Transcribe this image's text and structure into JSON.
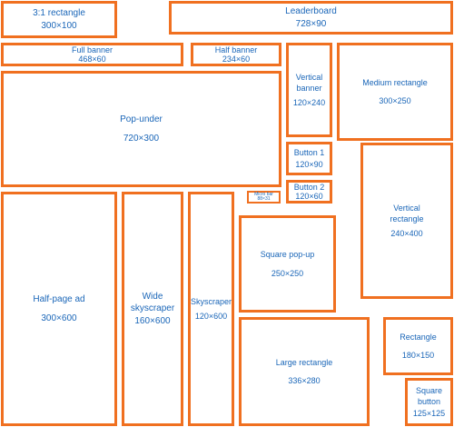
{
  "colors": {
    "border": "#f07020",
    "text": "#1a66b8",
    "background": "#ffffff"
  },
  "units": [
    {
      "id": "rect_3_1",
      "name": "3:1 rectangle",
      "size": "300×100"
    },
    {
      "id": "leaderboard",
      "name": "Leaderboard",
      "size": "728×90"
    },
    {
      "id": "full_banner",
      "name": "Full banner",
      "size": "468×60"
    },
    {
      "id": "half_banner",
      "name": "Half banner",
      "size": "234×60"
    },
    {
      "id": "vertical_banner",
      "name": "Vertical\nbanner",
      "size": "120×240"
    },
    {
      "id": "medium_rectangle",
      "name": "Medium rectangle",
      "size": "300×250"
    },
    {
      "id": "pop_under",
      "name": "Pop-under",
      "size": "720×300"
    },
    {
      "id": "button_1",
      "name": "Button 1",
      "size": "120×90"
    },
    {
      "id": "button_2",
      "name": "Button 2",
      "size": "120×60"
    },
    {
      "id": "micro_bar",
      "name": "Micro bar",
      "size": "88×31"
    },
    {
      "id": "vertical_rectangle",
      "name": "Vertical\nrectangle",
      "size": "240×400"
    },
    {
      "id": "half_page_ad",
      "name": "Half-page ad",
      "size": "300×600"
    },
    {
      "id": "wide_skyscraper",
      "name": "Wide\nskyscraper",
      "size": "160×600"
    },
    {
      "id": "skyscraper",
      "name": "Skyscraper",
      "size": "120×600"
    },
    {
      "id": "square_pop_up",
      "name": "Square pop-up",
      "size": "250×250"
    },
    {
      "id": "large_rectangle",
      "name": "Large rectangle",
      "size": "336×280"
    },
    {
      "id": "rectangle",
      "name": "Rectangle",
      "size": "180×150"
    },
    {
      "id": "square_button",
      "name": "Square\nbutton",
      "size": "125×125"
    }
  ]
}
